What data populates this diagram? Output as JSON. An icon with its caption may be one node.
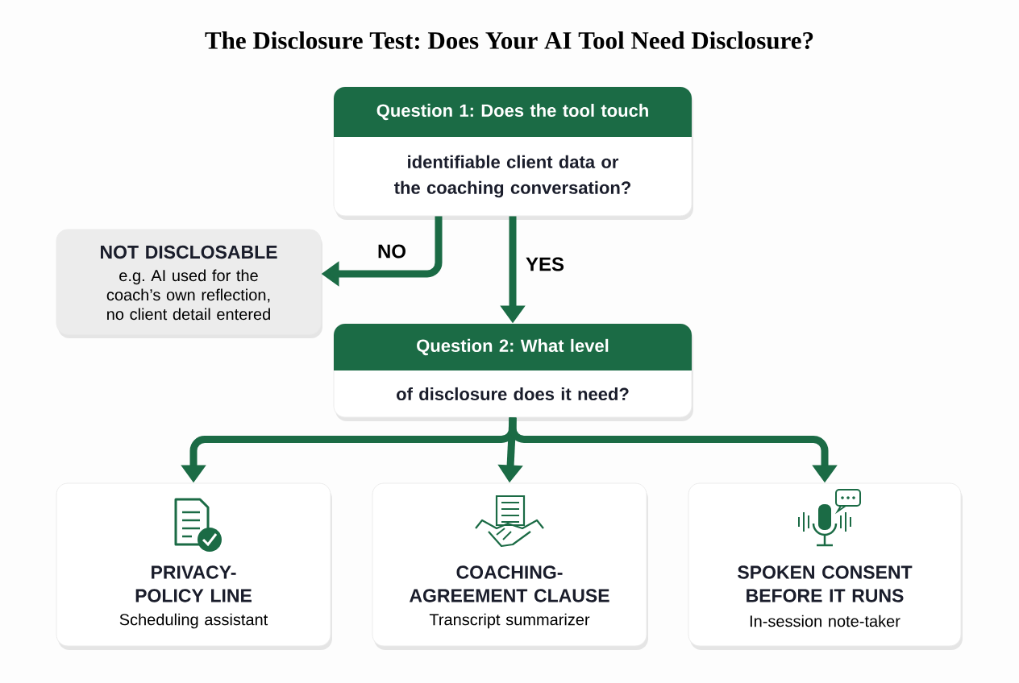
{
  "diagram": {
    "title": "The Disclosure Test: Does Your AI Tool Need Disclosure?",
    "nodes": [
      {
        "text": [
          "Question 1: Does the tool touch",
          "identifiable client data or the coaching conversation?"
        ]
      },
      {
        "text": [
          "NOT DISCLOSABLE",
          "e.g. AI used for the coach’s own reflection, no client detail entered"
        ]
      },
      {
        "text": [
          "Question 2: What level",
          "of disclosure does it need?"
        ]
      },
      {
        "text": [
          "PRIVACY-POLICY LINE",
          "Scheduling assistant"
        ]
      },
      {
        "text": [
          "COACHING-AGREEMENT CLAUSE",
          "Transcript summarizer"
        ]
      },
      {
        "text": [
          "SPOKEN CONSENT BEFORE IT RUNS",
          "In-session note-taker"
        ]
      }
    ],
    "edges": [
      {
        "from": 0,
        "to": 1,
        "arrow": "to",
        "label": "NO"
      },
      {
        "from": 0,
        "to": 2,
        "arrow": "to",
        "label": "YES"
      },
      {
        "from": 2,
        "to": 3,
        "arrow": "to"
      },
      {
        "from": 2,
        "to": 4,
        "arrow": "to"
      },
      {
        "from": 2,
        "to": 5,
        "arrow": "to"
      }
    ]
  }
}
